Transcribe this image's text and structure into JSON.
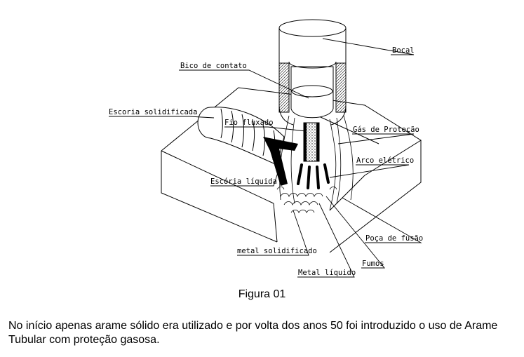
{
  "diagram": {
    "labels": {
      "bocal": "Bocal",
      "bico": "Bico de contato",
      "escoria_solid": "Escoria solidificada",
      "fio": "Fio fluxado",
      "gas": "Gás de Proteção",
      "arco": "Arco elétrico",
      "escoria_liq": "Escória líquida",
      "poca": "Poça de fusão",
      "metal_solid": "metal solidificado",
      "fumos": "Fumos",
      "metal_liq": "Metal líquido"
    }
  },
  "caption": "Figura 01",
  "paragraph": "No início apenas arame sólido era utilizado e por volta dos anos 50 foi introduzido o uso de Arame Tubular com proteção gasosa."
}
